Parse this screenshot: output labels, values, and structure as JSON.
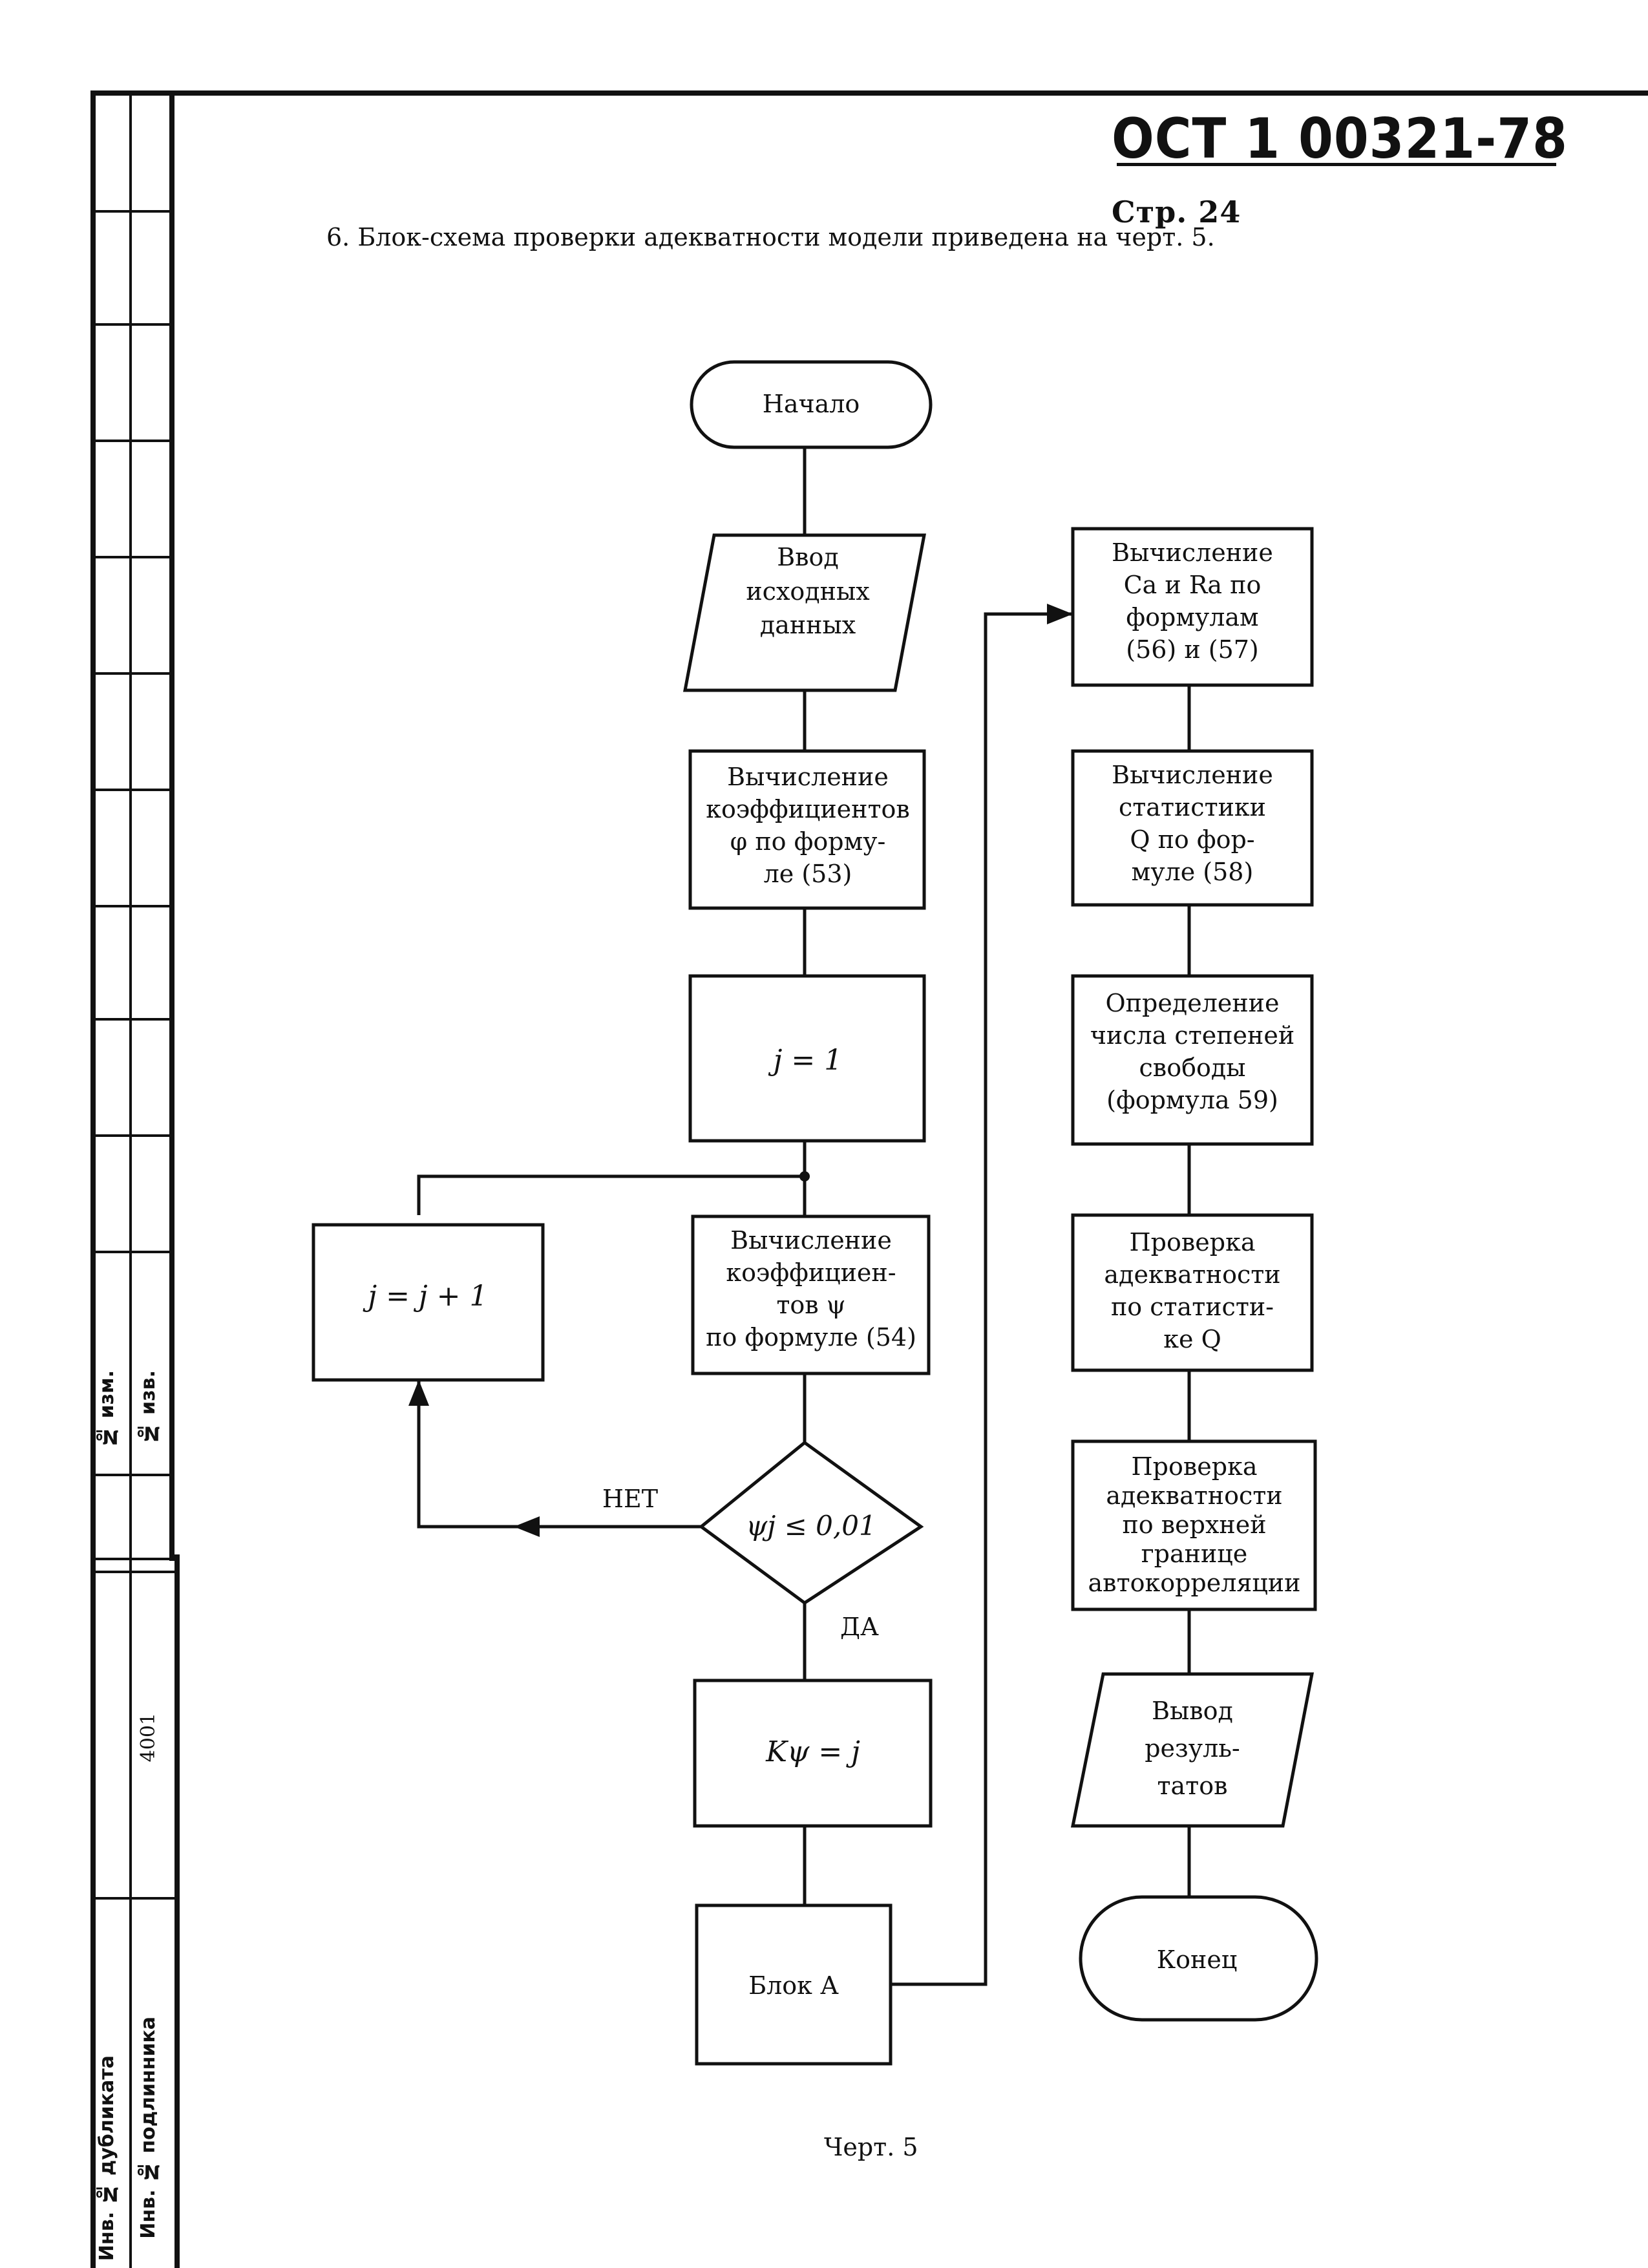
{
  "header": {
    "doc_number": "ОСТ 1 00321-78",
    "page_label": "Стр. 24"
  },
  "intro_text": "6. Блок-схема проверки адекватности модели приведена на черт. 5.",
  "stamp": {
    "izm": "№ изм.",
    "izv": "№ изв.",
    "inv_dubl": "Инв. № дубликата",
    "inv_podl": "Инв. № подлинника",
    "inv_number": "4001"
  },
  "flowchart": {
    "start": "Начало",
    "input": [
      "Ввод",
      "исходных",
      "данных"
    ],
    "calc_phi": [
      "Вычисление",
      "коэффициентов",
      "φ  по форму-",
      "ле  (53)"
    ],
    "j_init": "j = 1",
    "calc_psi": [
      "Вычисление",
      "коэффициен-",
      "тов  ψ",
      "по формуле  (54)"
    ],
    "j_inc": "j = j + 1",
    "decision": "ψj ≤ 0,01",
    "no_label": "НЕТ",
    "yes_label": "ДА",
    "k_psi": "Kψ = j",
    "block_a": "Блок  А",
    "calc_c_r": [
      "Вычисление",
      "Cа и Rа по",
      "формулам",
      "(56) и (57)"
    ],
    "calc_q": [
      "Вычисление",
      "статистики",
      "Q  по фор-",
      "муле (58)"
    ],
    "dof": [
      "Определение",
      "числа степеней",
      "свободы",
      "(формула 59)"
    ],
    "check_q": [
      "Проверка",
      "адекватности",
      "по статисти-",
      "ке  Q"
    ],
    "check_auto": [
      "Проверка",
      "адекватности",
      "по верхней",
      "границе",
      "автокорреляции"
    ],
    "output": [
      "Вывод",
      "резуль-",
      "татов"
    ],
    "end": "Конец"
  },
  "caption": "Черт. 5"
}
